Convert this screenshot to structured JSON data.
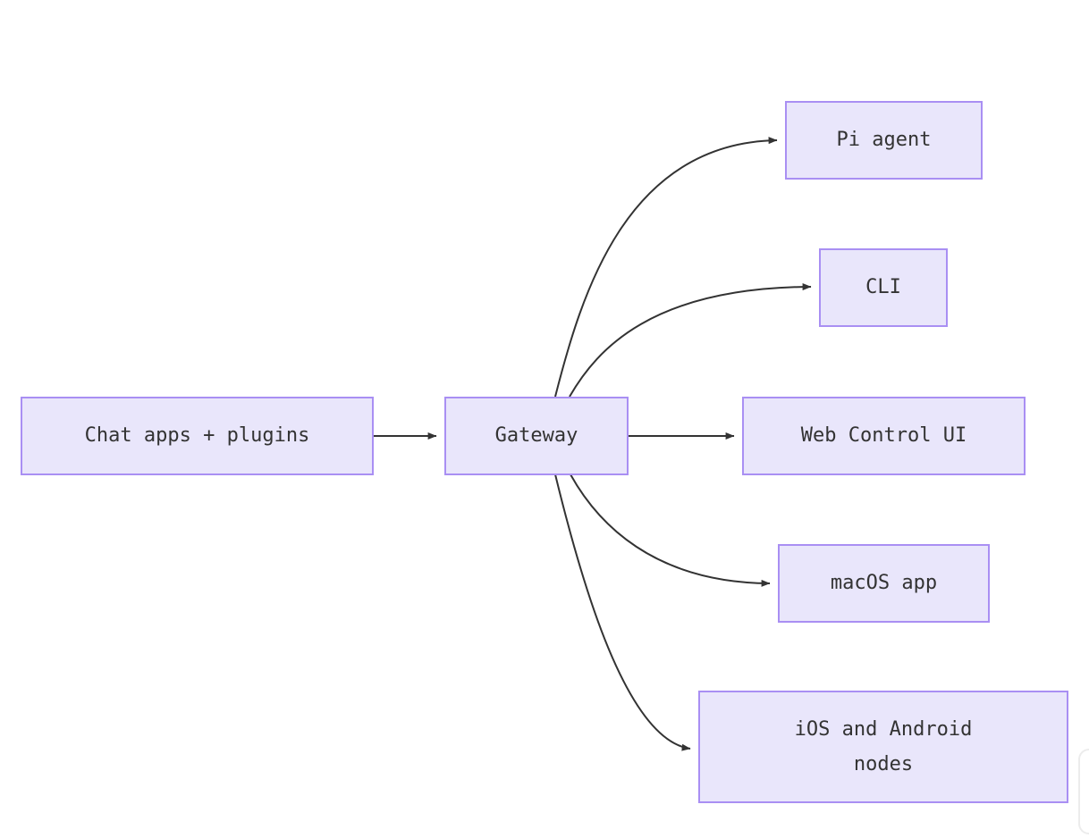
{
  "diagram": {
    "type": "flowchart",
    "direction": "left-to-right",
    "background_color": "#ffffff",
    "node_fill_color": "#e9e6fb",
    "node_border_color": "#a98ff3",
    "text_color": "#333333",
    "edge_color": "#333333",
    "nodes": [
      {
        "id": "chat-apps",
        "label": "Chat apps + plugins"
      },
      {
        "id": "gateway",
        "label": "Gateway"
      },
      {
        "id": "pi-agent",
        "label": "Pi agent"
      },
      {
        "id": "cli",
        "label": "CLI"
      },
      {
        "id": "web-ui",
        "label": "Web Control UI"
      },
      {
        "id": "macos-app",
        "label": "macOS app"
      },
      {
        "id": "mobile",
        "label": "iOS and Android\nnodes"
      }
    ],
    "edges": [
      {
        "from": "chat-apps",
        "to": "gateway",
        "style": "straight",
        "arrowhead": "solid-triangle"
      },
      {
        "from": "gateway",
        "to": "pi-agent",
        "style": "curved",
        "arrowhead": "solid-triangle"
      },
      {
        "from": "gateway",
        "to": "cli",
        "style": "curved",
        "arrowhead": "solid-triangle"
      },
      {
        "from": "gateway",
        "to": "web-ui",
        "style": "straight",
        "arrowhead": "solid-triangle"
      },
      {
        "from": "gateway",
        "to": "macos-app",
        "style": "curved",
        "arrowhead": "solid-triangle"
      },
      {
        "from": "gateway",
        "to": "mobile",
        "style": "curved",
        "arrowhead": "solid-triangle"
      }
    ]
  }
}
